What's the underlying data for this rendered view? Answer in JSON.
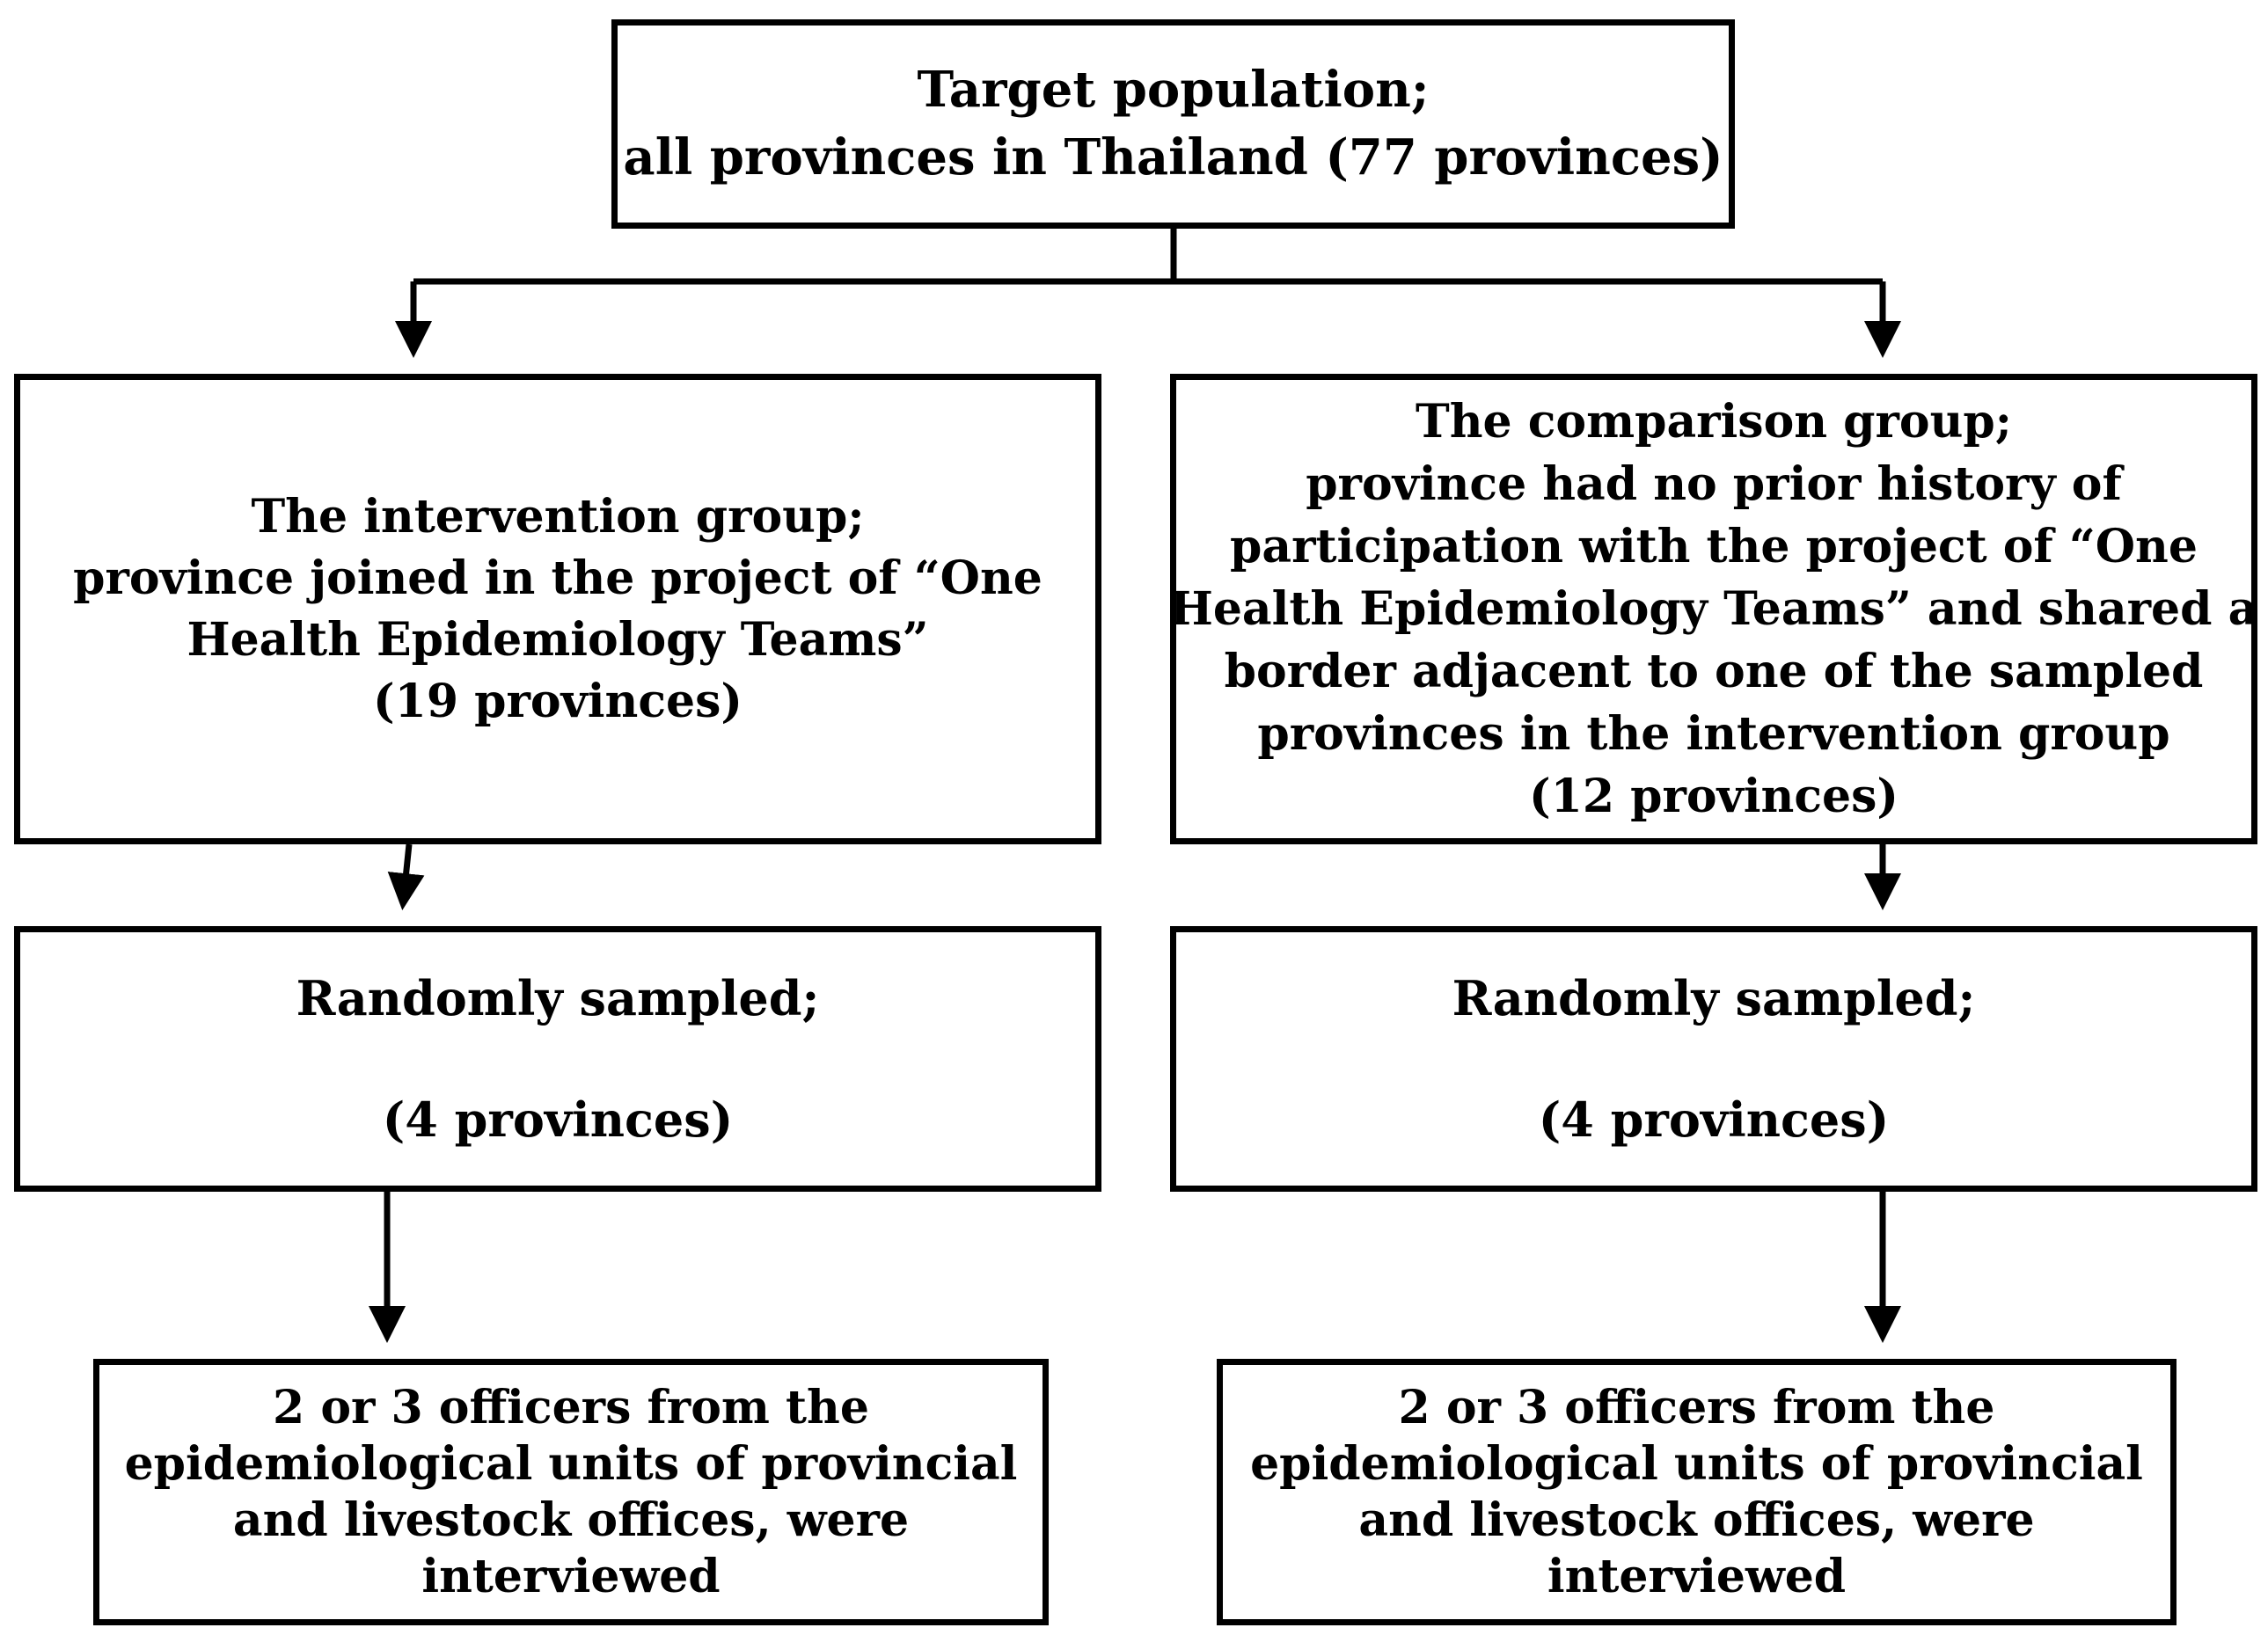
{
  "target": {
    "lines": [
      "Target population;",
      "all provinces in Thailand (77 provinces)"
    ]
  },
  "intervention": {
    "lines": [
      "The intervention group;",
      "province joined in the project of “One",
      "Health Epidemiology Teams”",
      "(19 provinces)"
    ]
  },
  "comparison": {
    "lines": [
      "The comparison group;",
      "province had no prior history of",
      "participation with the project of “One",
      "Health Epidemiology Teams” and shared a",
      "border adjacent to one of the sampled",
      "provinces in the intervention group",
      "(12 provinces)"
    ]
  },
  "intervention_sample": {
    "label": "Randomly sampled;",
    "count": "(4 provinces)"
  },
  "comparison_sample": {
    "label": "Randomly sampled;",
    "count": "(4 provinces)"
  },
  "intervention_officers": {
    "lines": [
      "2 or 3 officers from the",
      "epidemiological units of provincial",
      "and livestock offices, were",
      "interviewed"
    ]
  },
  "comparison_officers": {
    "lines": [
      "2 or 3 officers from the",
      "epidemiological units of provincial",
      "and livestock offices, were",
      "interviewed"
    ]
  }
}
